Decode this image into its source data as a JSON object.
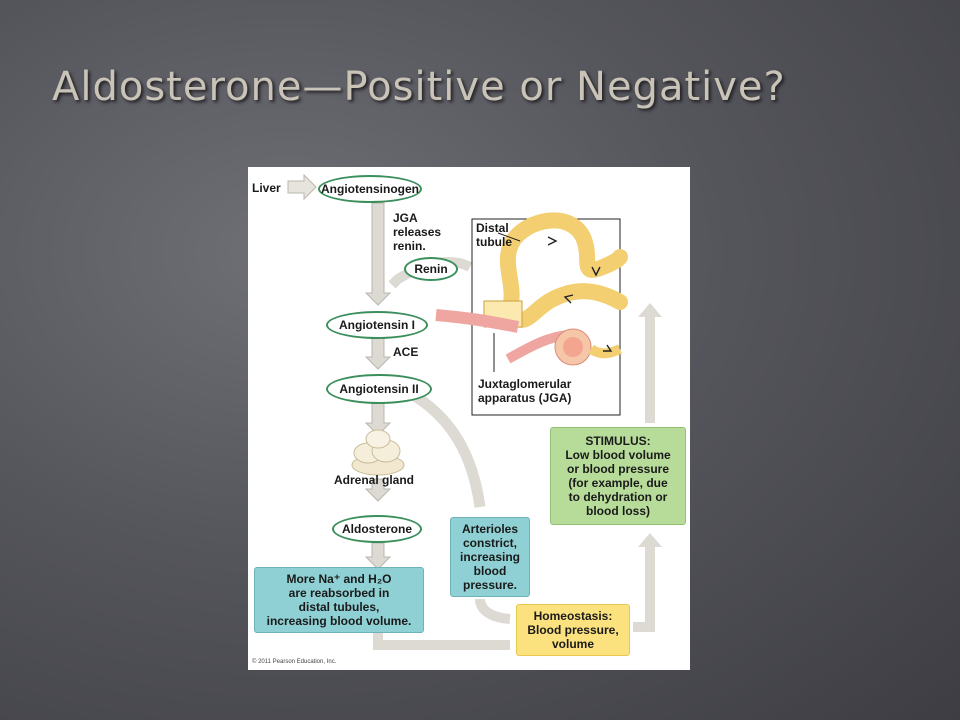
{
  "slide": {
    "title": "Aldosterone—Positive or Negative?"
  },
  "diagram": {
    "liver": "Liver",
    "angiotensinogen": "Angiotensinogen",
    "jga_releases": [
      "JGA",
      "releases",
      "renin."
    ],
    "renin": "Renin",
    "distal_tubule": [
      "Distal",
      "tubule"
    ],
    "angiotensin_1": "Angiotensin I",
    "ace": "ACE",
    "angiotensin_2": "Angiotensin II",
    "jga_label": [
      "Juxtaglomerular",
      "apparatus (JGA)"
    ],
    "adrenal_gland": "Adrenal gland",
    "aldosterone": "Aldosterone",
    "stimulus": [
      "STIMULUS:",
      "Low blood volume",
      "or blood pressure",
      "(for example, due",
      "to dehydration or",
      "blood loss)"
    ],
    "arterioles": [
      "Arterioles",
      "constrict,",
      "increasing",
      "blood",
      "pressure."
    ],
    "reabsorb": [
      "More Na⁺ and H₂O",
      "are reabsorbed in",
      "distal tubules,",
      "increasing blood volume."
    ],
    "homeostasis": [
      "Homeostasis:",
      "Blood pressure,",
      "volume"
    ],
    "copyright": "© 2011 Pearson Education, Inc.",
    "colors": {
      "oval_border": "#3b8f5c",
      "arrow": "#d9d7cf",
      "teal_box": "#8fd0d4",
      "green_box": "#b7dc9a",
      "yellow_box": "#fbe27e",
      "tubule": "#f3cf72",
      "vessel": "#f0a6a0"
    }
  }
}
